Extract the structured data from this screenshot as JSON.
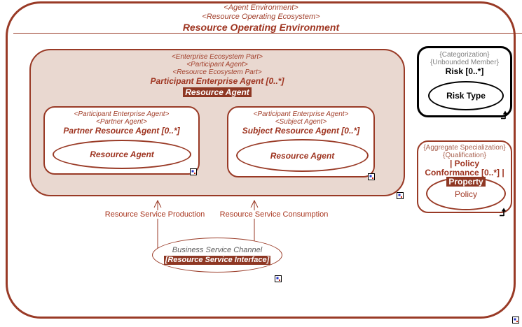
{
  "colors": {
    "accent": "#993a26",
    "container_fill": "#e9d8d0",
    "highlight_bg": "#8e3723",
    "gray_text": "#808080",
    "black": "#000000"
  },
  "environment": {
    "stereotype1": "<Agent Environment>",
    "stereotype2": "<Resource Operating Ecosystem>",
    "title": "Resource Operating Environment"
  },
  "participant_agent": {
    "stereotypes": [
      "<Enterprise Ecosystem Part>",
      "<Participant Agent>",
      "<Resource Ecosystem Part>"
    ],
    "name": "Participant Enterprise Agent [0..*]",
    "tag": "Resource Agent",
    "partner": {
      "stereotypes": [
        "<Participant Enterprise Agent>",
        "<Partner Agent>"
      ],
      "name": "Partner Resource Agent [0..*]",
      "oval": "Resource Agent"
    },
    "subject": {
      "stereotypes": [
        "<Participant Enterprise Agent>",
        "<Subject Agent>"
      ],
      "name": "Subject Resource Agent [0..*]",
      "oval": "Resource Agent"
    }
  },
  "risk": {
    "stereotypes": [
      "{Categorization}",
      "{Unbounded Member}"
    ],
    "name": "Risk [0..*]",
    "oval": "Risk Type"
  },
  "policy": {
    "stereotypes": [
      "{Aggregate Specialization}",
      "{Qualification}"
    ],
    "name": "| Policy Conformance [0..*] |",
    "oval_tag": "Property",
    "oval": "Policy"
  },
  "connectors": {
    "production_label": "Resource Service Production",
    "consumption_label": "Resource Service Consumption"
  },
  "channel": {
    "name": "Business Service Channel",
    "tag": "[Resource Service Interface]"
  }
}
